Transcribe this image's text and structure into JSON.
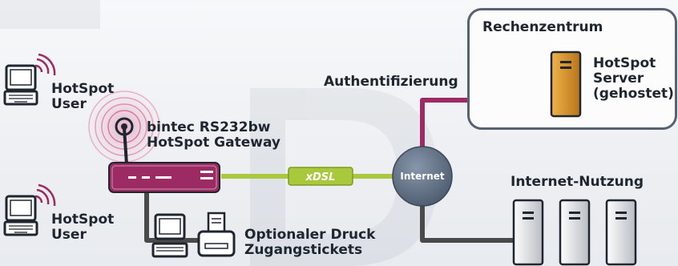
{
  "users": [
    {
      "label": "HotSpot\nUser"
    },
    {
      "label": "HotSpot\nUser"
    }
  ],
  "gateway": {
    "label": "bintec RS232bw\nHotSpot Gateway"
  },
  "printer": {
    "label": "Optionaler Druck\nZugangstickets"
  },
  "xdsl": {
    "label": "xDSL"
  },
  "internet": {
    "label": "Internet"
  },
  "auth": {
    "label": "Authentifizierung"
  },
  "datacenter": {
    "title": "Rechenzentrum",
    "server_label": "HotSpot\nServer\n(gehostet)"
  },
  "internet_use": {
    "label": "Internet-Nutzung"
  },
  "colors": {
    "magenta": "#9c2a63",
    "green": "#a9c83b",
    "steel": "#566272",
    "gray_line": "#4a4a4a",
    "server_orange": "#d8962c"
  }
}
